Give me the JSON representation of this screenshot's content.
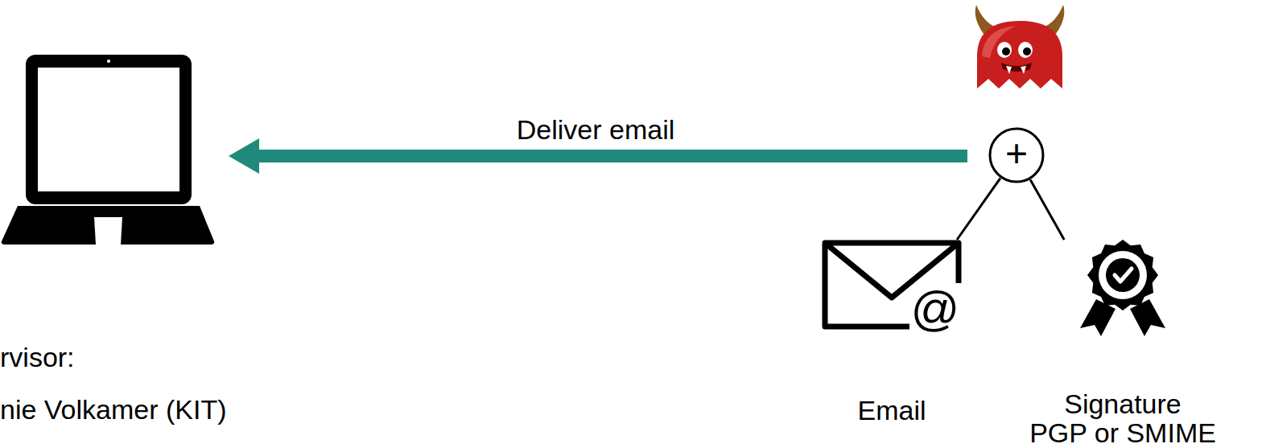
{
  "diagram": {
    "nodes": [
      {
        "text": [
          "+"
        ]
      },
      {
        "text": [
          "Email"
        ]
      },
      {
        "text": [
          "Signature",
          "PGP or SMIME"
        ]
      }
    ],
    "edges": [
      {
        "from": 1,
        "to": 0,
        "arrow": "none"
      },
      {
        "from": 2,
        "to": 0,
        "arrow": "none"
      }
    ],
    "labels": [
      "Deliver email",
      "@",
      "rvisor:",
      "nie Volkamer (KIT)"
    ]
  }
}
